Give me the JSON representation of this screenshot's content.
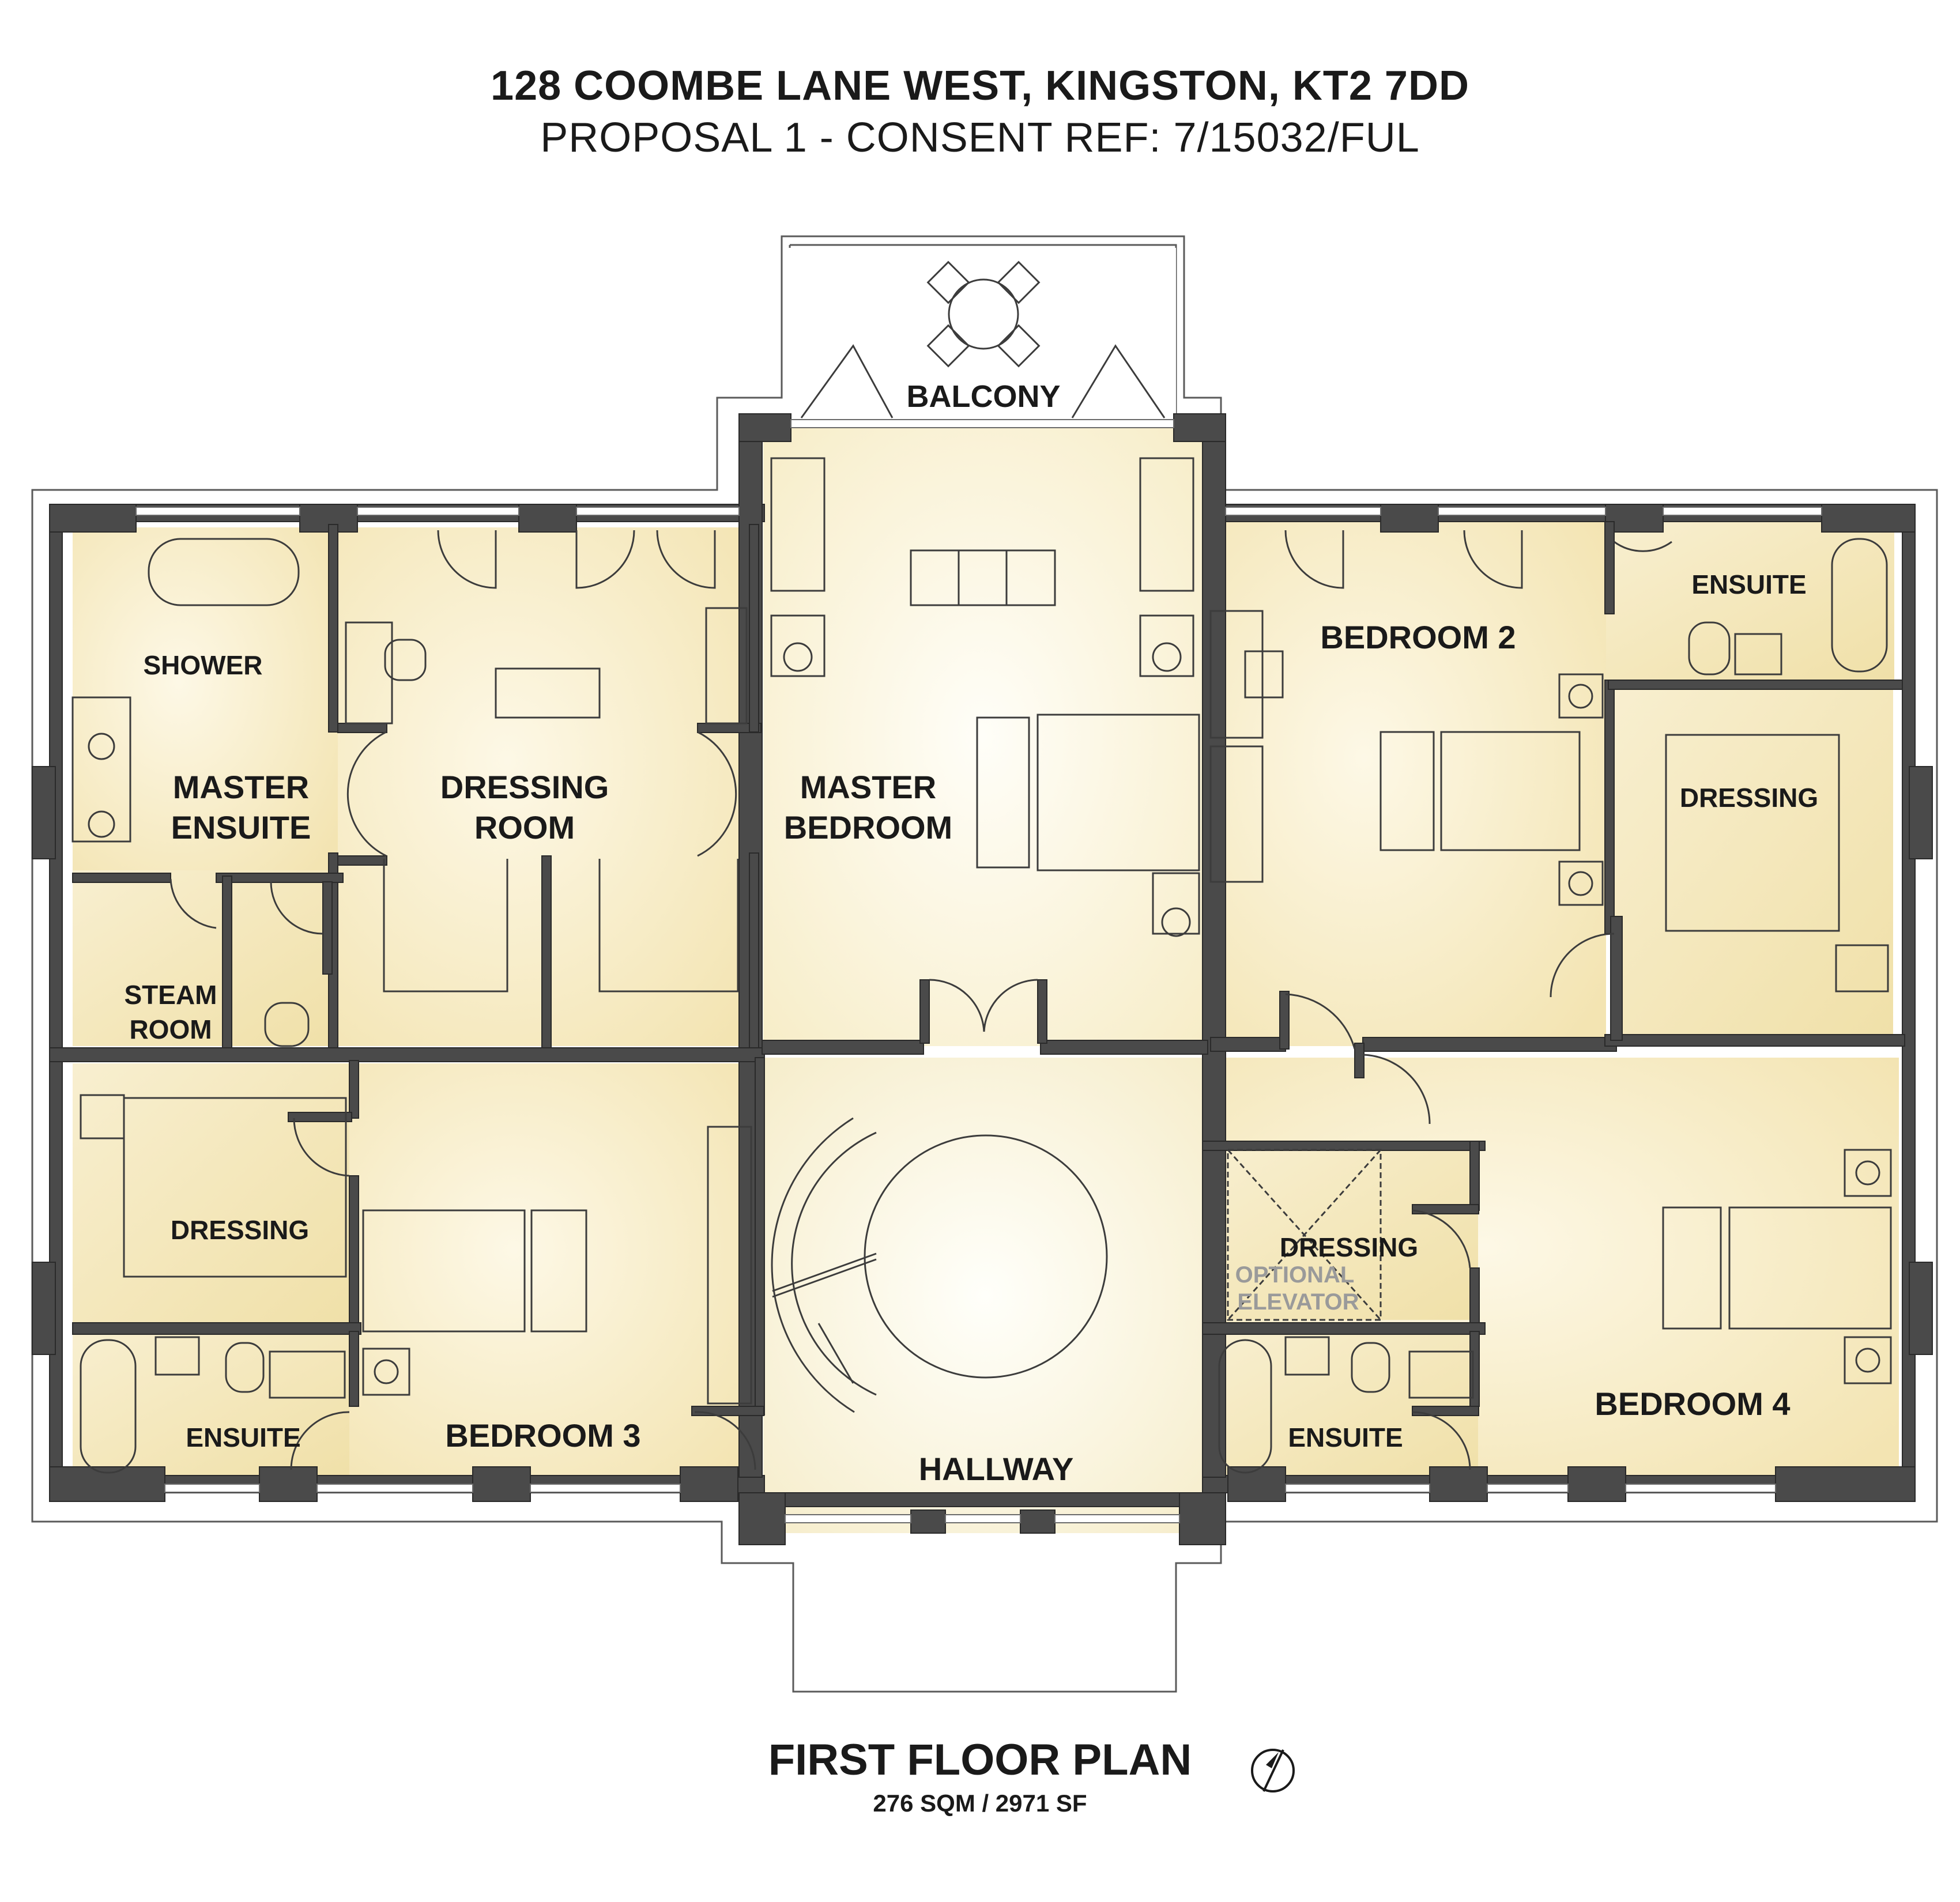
{
  "header": {
    "address": "128 COOMBE LANE WEST, KINGSTON, KT2 7DD",
    "proposal": "PROPOSAL 1 - CONSENT REF: 7/15032/FUL"
  },
  "footer": {
    "title": "FIRST FLOOR PLAN",
    "area": "276 SQM / 2971 SF",
    "compass": "north-arrow-icon"
  },
  "rooms": {
    "balcony": "BALCONY",
    "shower": "SHOWER",
    "master_ensuite_1": "MASTER",
    "master_ensuite_2": "ENSUITE",
    "dressing_room_1": "DRESSING",
    "dressing_room_2": "ROOM",
    "master_bedroom_1": "MASTER",
    "master_bedroom_2": "BEDROOM",
    "bedroom2": "BEDROOM 2",
    "ensuite_b2": "ENSUITE",
    "dressing_b2": "DRESSING",
    "steam_1": "STEAM",
    "steam_2": "ROOM",
    "dressing_b3": "DRESSING",
    "ensuite_b3": "ENSUITE",
    "bedroom3": "BEDROOM 3",
    "hallway": "HALLWAY",
    "dressing_b4": "DRESSING",
    "elevator_1": "OPTIONAL",
    "elevator_2": "ELEVATOR",
    "ensuite_b4": "ENSUITE",
    "bedroom4": "BEDROOM 4"
  },
  "colors": {
    "floor_light": "#fffdf5",
    "floor_warm": "#f5e9bf",
    "wall": "#4a4a4a",
    "text": "#1a1a1a"
  }
}
